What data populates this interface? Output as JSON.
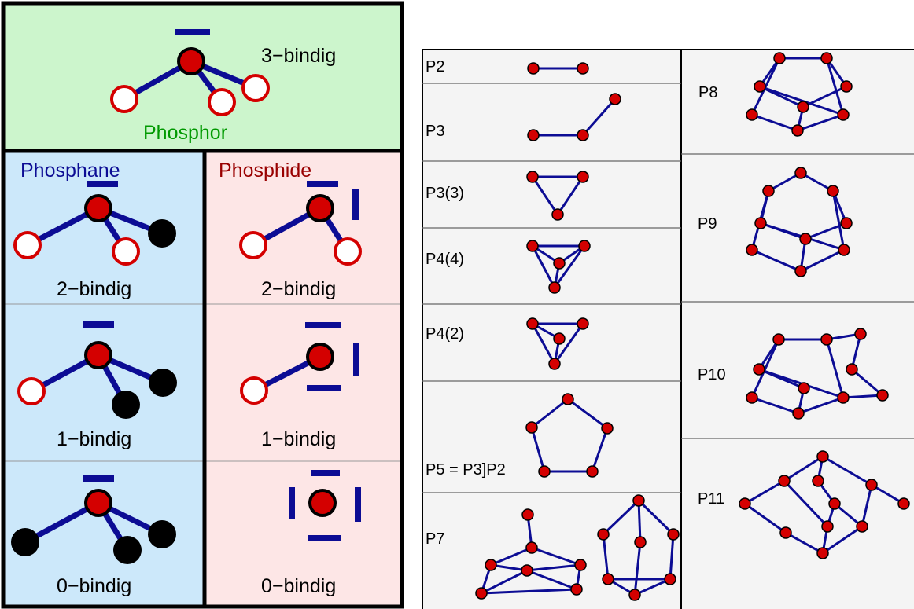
{
  "colors": {
    "bond": "#0c0c94",
    "atom_red": "#d40000",
    "atom_open_stroke": "#d40000",
    "atom_black": "#000000",
    "panel_green": "#ccf5cc",
    "panel_blue": "#cce8fa",
    "panel_pink": "#fde6e6",
    "panel_gray": "#f4f4f4",
    "text_green": "#009900",
    "text_blue": "#0c0c94",
    "text_darkred": "#990000"
  },
  "left_panel": {
    "top": {
      "label": "3−bindig",
      "title": "Phosphor"
    },
    "phosphane": {
      "title": "Phosphane",
      "rows": [
        "2−bindig",
        "1−bindig",
        "0−bindig"
      ]
    },
    "phosphide": {
      "title": "Phosphide",
      "rows": [
        "2−bindig",
        "1−bindig",
        "0−bindig"
      ]
    }
  },
  "right_panel": {
    "left_column": [
      "P2",
      "P3",
      "P3(3)",
      "P4(4)",
      "P4(2)",
      "P5 = P3]P2",
      "P7"
    ],
    "right_column": [
      "P8",
      "P9",
      "P10",
      "P11"
    ]
  }
}
